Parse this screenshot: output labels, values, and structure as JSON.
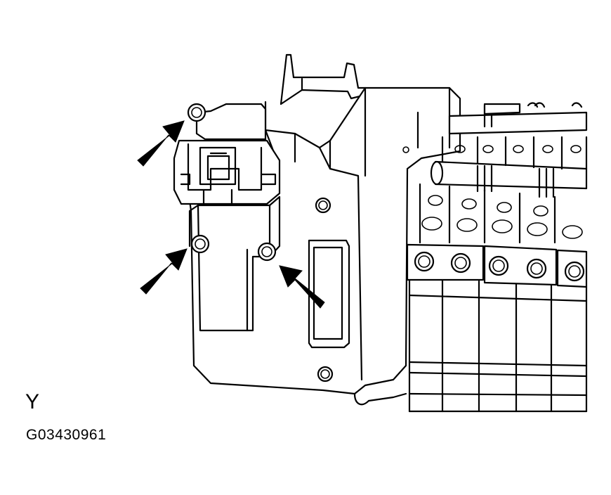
{
  "diagram": {
    "view_label": "Y",
    "figure_code": "G03430961",
    "line_color": "#000000",
    "background": "#ffffff",
    "callouts": [
      {
        "name": "arrow-upper-bolt",
        "icon": "arrow-icon"
      },
      {
        "name": "arrow-lower-left-bolt",
        "icon": "arrow-icon"
      },
      {
        "name": "arrow-lower-right-bolt",
        "icon": "arrow-icon"
      }
    ]
  }
}
